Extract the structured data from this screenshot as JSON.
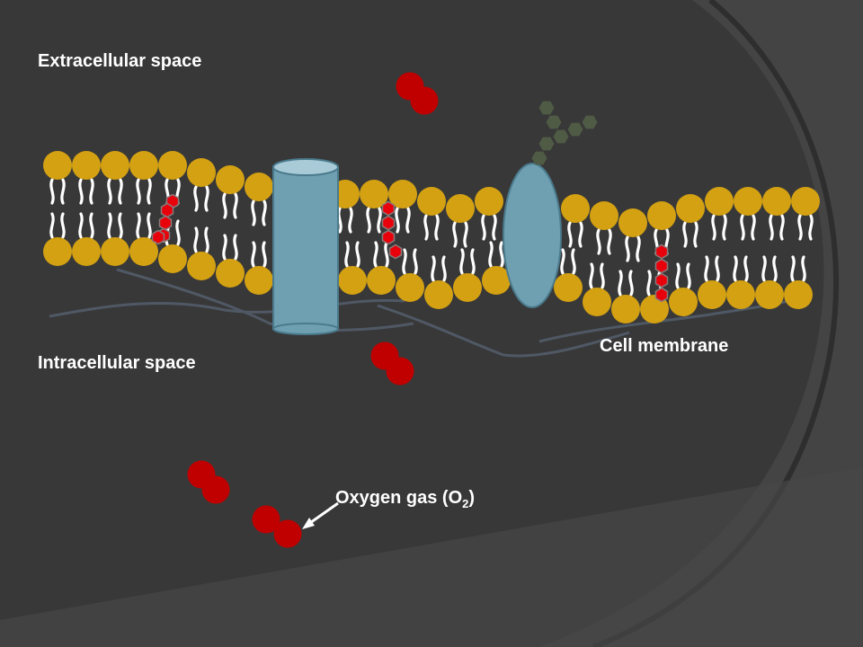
{
  "labels": {
    "extracellular": "Extracellular space",
    "intracellular": "Intracellular space",
    "membrane": "Cell membrane",
    "oxygen_prefix": "Oxygen gas (O",
    "oxygen_sub": "2",
    "oxygen_suffix": ")"
  },
  "colors": {
    "background": "#3a3a3a",
    "lipid_head": "#d4a112",
    "lipid_tail": "#ffffff",
    "oxygen": "#c00000",
    "cholesterol": "#e8000b",
    "channel_protein": "#6fa0b2",
    "glycan": "#4f5b45"
  }
}
